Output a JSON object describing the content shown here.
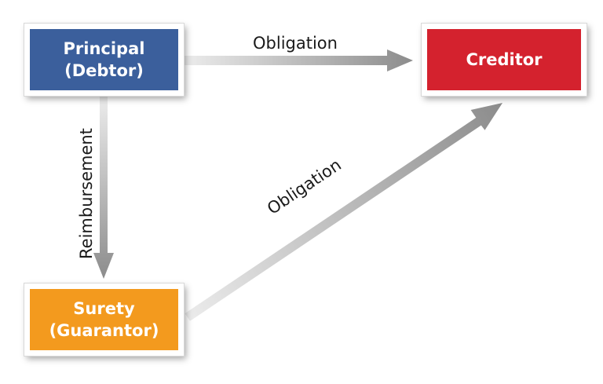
{
  "nodes": {
    "principal": {
      "line1": "Principal",
      "line2": "(Debtor)",
      "color": "#3b5f9c"
    },
    "creditor": {
      "line1": "Creditor",
      "color": "#d4222e"
    },
    "surety": {
      "line1": "Surety",
      "line2": "(Guarantor)",
      "color": "#f39a1e"
    }
  },
  "edges": {
    "principal_to_creditor": "Obligation",
    "surety_to_creditor": "Obligation",
    "principal_to_surety": "Reimbursement"
  },
  "colors": {
    "arrow_light": "#e6e6e6",
    "arrow_dark": "#8a8a8a"
  }
}
